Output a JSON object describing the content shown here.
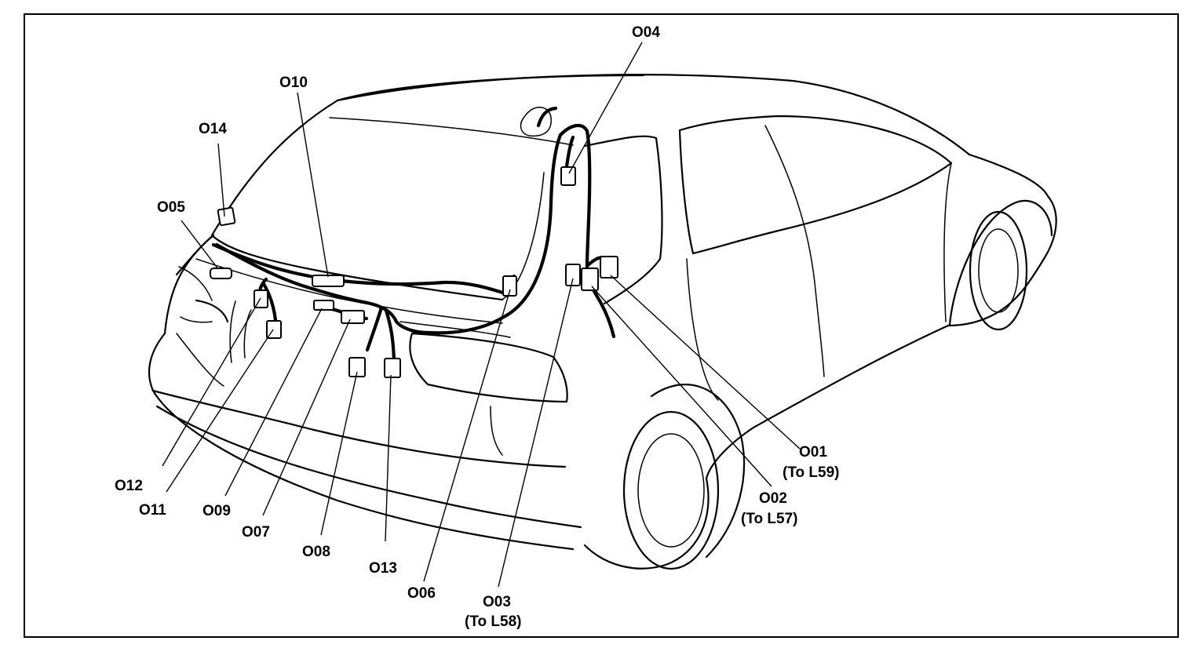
{
  "labels": {
    "o01": {
      "code": "O01",
      "note": "(To L59)"
    },
    "o02": {
      "code": "O02",
      "note": "(To L57)"
    },
    "o03": {
      "code": "O03",
      "note": "(To L58)"
    },
    "o04": {
      "code": "O04"
    },
    "o05": {
      "code": "O05"
    },
    "o06": {
      "code": "O06"
    },
    "o07": {
      "code": "O07"
    },
    "o08": {
      "code": "O08"
    },
    "o09": {
      "code": "O09"
    },
    "o10": {
      "code": "O10"
    },
    "o11": {
      "code": "O11"
    },
    "o12": {
      "code": "O12"
    },
    "o13": {
      "code": "O13"
    },
    "o14": {
      "code": "O14"
    }
  }
}
